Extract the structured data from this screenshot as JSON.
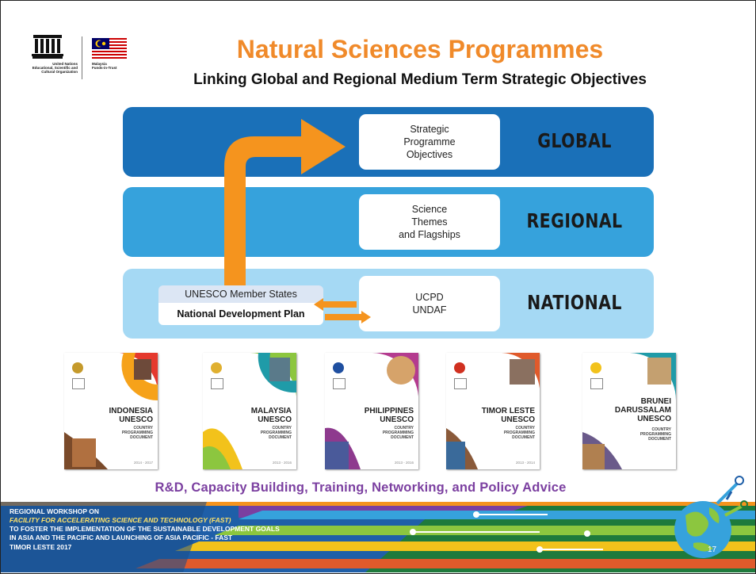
{
  "header": {
    "title": "Natural Sciences Programmes",
    "subtitle": "Linking Global and Regional Medium Term Strategic Objectives",
    "unesco_text": "United Nations\nEducational, Scientific and\nCultural Organization",
    "country_text": "Malaysia\nFunds-in-Trust"
  },
  "tiers": [
    {
      "label": "GLOBAL",
      "box": "Strategic\nProgramme\nObjectives",
      "color": "#1a70b8"
    },
    {
      "label": "REGIONAL",
      "box": "Science\nThemes\nand Flagships",
      "color": "#36a2dc"
    },
    {
      "label": "NATIONAL",
      "box": "UCPD\nUNDAF",
      "color": "#a5d9f4"
    }
  ],
  "national_panel": {
    "member_states": "UNESCO Member States",
    "plan": "National Development Plan"
  },
  "arrow_color": "#f5941e",
  "documents": [
    {
      "title": "INDONESIA\nUNESCO",
      "sub": "COUNTRY\nPROGRAMMING\nDOCUMENT",
      "years": "2014 - 2017",
      "accent": "#e5392d"
    },
    {
      "title": "MALAYSIA\nUNESCO",
      "sub": "COUNTRY\nPROGRAMMING\nDOCUMENT",
      "years": "2013 - 2016",
      "accent": "#8cc63f"
    },
    {
      "title": "PHILIPPINES\nUNESCO",
      "sub": "COUNTRY\nPROGRAMMING\nDOCUMENT",
      "years": "2013 - 2016",
      "accent": "#b43b8f"
    },
    {
      "title": "TIMOR LESTE\nUNESCO",
      "sub": "COUNTRY\nPROGRAMMING\nDOCUMENT",
      "years": "2013 - 2014",
      "accent": "#e05a2b"
    },
    {
      "title": "BRUNEI\nDARUSSALAM\nUNESCO",
      "sub": "COUNTRY\nPROGRAMMING\nDOCUMENT",
      "years": "",
      "accent": "#1f9ba8"
    }
  ],
  "bottom_line": "R&D, Capacity Building, Training, Networking, and Policy Advice",
  "footer": {
    "line1": "REGIONAL WORKSHOP ON",
    "line2": "FACILITY FOR ACCELERATING SCIENCE AND TECHNOLOGY (FAST)",
    "line3": "TO FOSTER THE IMPLEMENTATION OF THE SUSTAINABLE DEVELOPMENT GOALS",
    "line4": "IN ASIA AND THE PACIFIC AND LAUNCHING OF ASIA PACIFIC - FAST",
    "line5": "TIMOR LESTE 2017",
    "page_number": "17"
  }
}
